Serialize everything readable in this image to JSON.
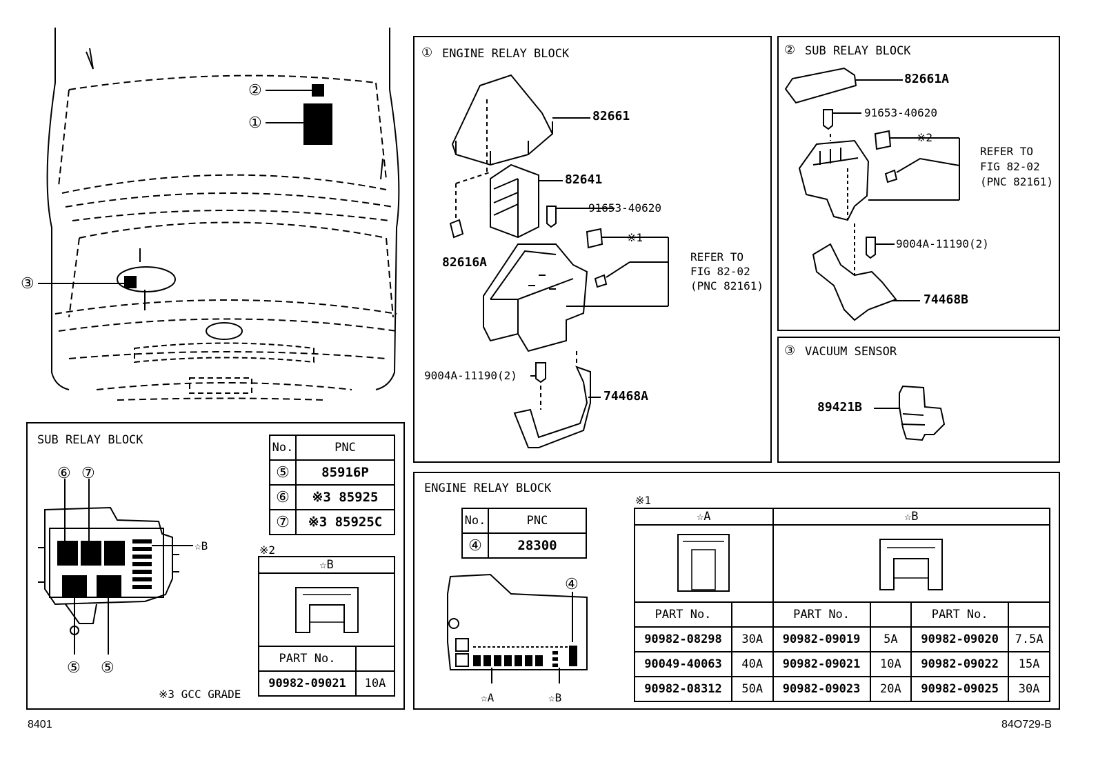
{
  "footer": {
    "left": "8401",
    "right": "84O729-B"
  },
  "vehicle_callouts": [
    "②",
    "①",
    "③"
  ],
  "engine_relay_block_panel": {
    "title_num": "①",
    "title": "ENGINE RELAY BLOCK",
    "parts": [
      "82661",
      "82641",
      "91653-40620",
      "82616A",
      "※1",
      "9004A-11190(2)",
      "74468A"
    ],
    "refer": [
      "REFER TO",
      "FIG 82-02",
      "(PNC 82161)"
    ]
  },
  "sub_relay_block_panel": {
    "title_num": "②",
    "title": "SUB RELAY BLOCK",
    "parts": [
      "82661A",
      "91653-40620",
      "※2",
      "9004A-11190(2)",
      "74468B"
    ],
    "refer": [
      "REFER TO",
      "FIG 82-02",
      "(PNC 82161)"
    ]
  },
  "vacuum_sensor_panel": {
    "title_num": "③",
    "title": "VACUUM SENSOR",
    "part": "89421B"
  },
  "sub_relay_detail": {
    "title": "SUB RELAY BLOCK",
    "callouts_top": [
      "⑥",
      "⑦"
    ],
    "callouts_bottom": [
      "⑤",
      "⑤"
    ],
    "star_b": "☆B",
    "note": "※3 GCC GRADE",
    "pnc_table": {
      "headers": [
        "No.",
        "PNC"
      ],
      "rows": [
        [
          "⑤",
          "85916P"
        ],
        [
          "⑥",
          "※3 85925"
        ],
        [
          "⑦",
          "※3 85925C"
        ]
      ]
    },
    "fuse_table": {
      "label": "※2",
      "header": "☆B",
      "part_header": "PART No.",
      "rows": [
        [
          "90982-09021",
          "10A"
        ]
      ]
    }
  },
  "engine_relay_detail": {
    "title": "ENGINE RELAY BLOCK",
    "pnc_table": {
      "headers": [
        "No.",
        "PNC"
      ],
      "rows": [
        [
          "④",
          "28300"
        ]
      ]
    },
    "callout": "④",
    "star_a": "☆A",
    "star_b": "☆B",
    "fuse_table": {
      "label": "※1",
      "header_a": "☆A",
      "header_b": "☆B",
      "part_header": "PART No.",
      "rows": [
        [
          "90982-08298",
          "30A",
          "90982-09019",
          "5A",
          "90982-09020",
          "7.5A"
        ],
        [
          "90049-40063",
          "40A",
          "90982-09021",
          "10A",
          "90982-09022",
          "15A"
        ],
        [
          "90982-08312",
          "50A",
          "90982-09023",
          "20A",
          "90982-09025",
          "30A"
        ]
      ]
    }
  }
}
